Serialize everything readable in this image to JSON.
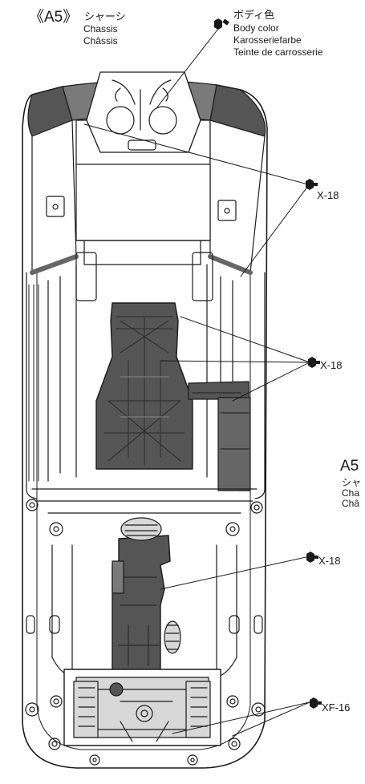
{
  "header": {
    "step_code": "《A5》",
    "title_jp": "シャーシ",
    "title_en": "Chassis",
    "title_fr": "Châssis"
  },
  "body_color_callout": {
    "jp": "ボディ色",
    "en": "Body color",
    "de": "Karosseriefarbe",
    "fr": "Teinte de carrosserie"
  },
  "paint_callouts": [
    {
      "code": "X-18"
    },
    {
      "code": "X-18"
    },
    {
      "code": "X-18"
    },
    {
      "code": "XF-16"
    }
  ],
  "next_step_partial": {
    "code": "A5",
    "jp": "シャ",
    "en": "Cha",
    "fr": "Châ"
  },
  "colors": {
    "line": "#1a1a1a",
    "dark_fill": "#555555",
    "mid_fill": "#7a7a7a",
    "light_fill": "#d8d8d8",
    "paper": "#ffffff"
  },
  "icons": {
    "paint_marker": "hexagon-paint-bottle-icon"
  }
}
